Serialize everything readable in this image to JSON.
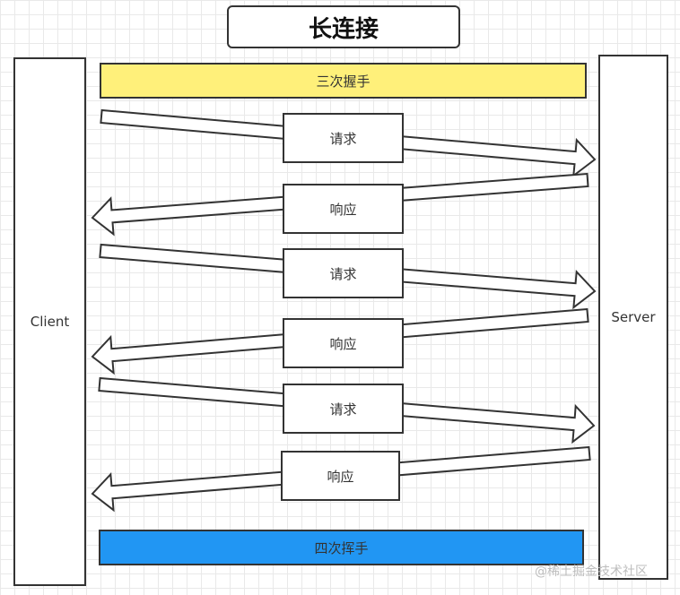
{
  "title": "长连接",
  "client_label": "Client",
  "server_label": "Server",
  "handshake_label": "三次握手",
  "wave_label": "四次挥手",
  "request_label": "请求",
  "response_label": "响应",
  "watermark": "@稀土掘金技术社区",
  "colors": {
    "handshake_band": "#fff07a",
    "wave_band": "#2196f3",
    "stroke": "#333333"
  }
}
